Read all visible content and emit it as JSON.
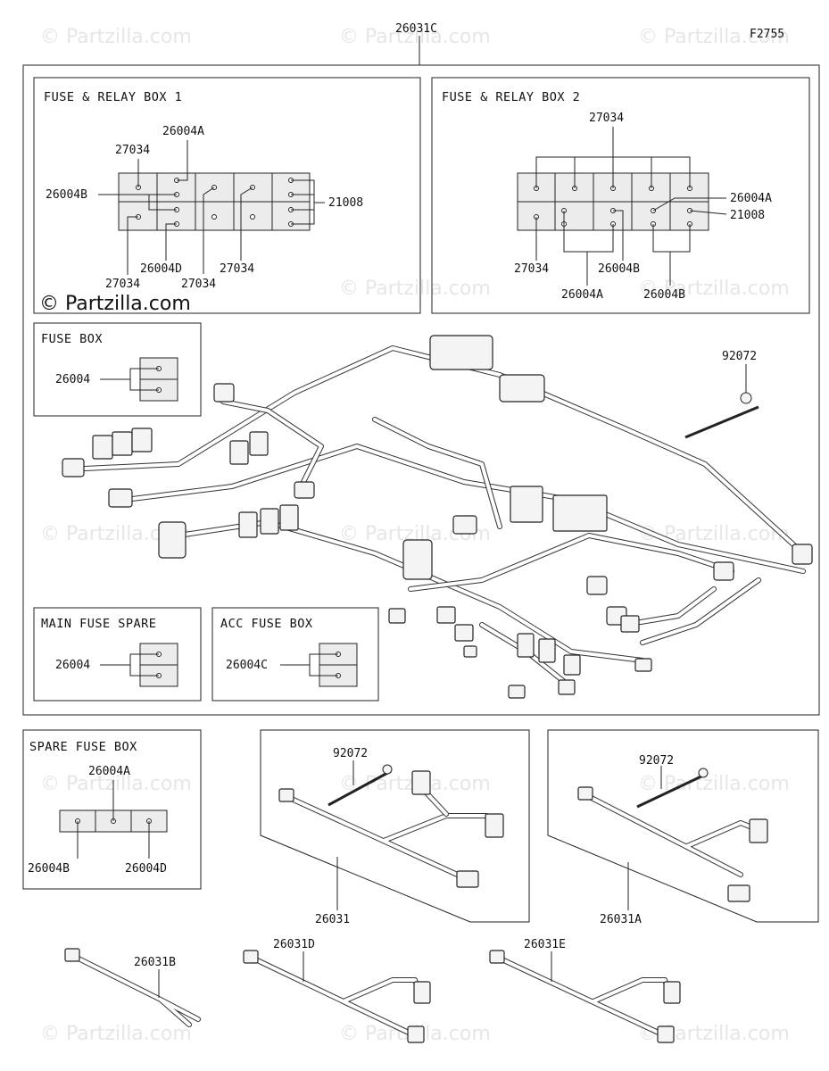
{
  "figure_id": "F2755",
  "watermark": "© Partzilla.com",
  "logo_text": "© Partzilla.com",
  "main_assembly": "26031C",
  "panels": {
    "frb1": {
      "title": "FUSE & RELAY BOX 1",
      "labels": [
        "26004A",
        "27034",
        "26004B",
        "21008",
        "26004D",
        "27034",
        "27034",
        "27034"
      ]
    },
    "frb2": {
      "title": "FUSE & RELAY BOX 2",
      "labels": [
        "27034",
        "26004A",
        "21008",
        "27034",
        "26004B",
        "26004A",
        "26004B"
      ]
    },
    "fuse_box": {
      "title": "FUSE BOX",
      "label": "26004"
    },
    "main_fuse_spare": {
      "title": "MAIN FUSE SPARE",
      "label": "26004"
    },
    "acc_fuse_box": {
      "title": "ACC FUSE BOX",
      "label": "26004C"
    },
    "spare_fuse_box": {
      "title": "SPARE FUSE BOX",
      "labels": [
        "26004A",
        "26004B",
        "26004D"
      ]
    }
  },
  "parts": {
    "tie_main": "92072",
    "harness_26031": "26031",
    "tie_26031": "92072",
    "harness_26031a": "26031A",
    "tie_26031a": "92072",
    "harness_26031b": "26031B",
    "harness_26031d": "26031D",
    "harness_26031e": "26031E"
  }
}
